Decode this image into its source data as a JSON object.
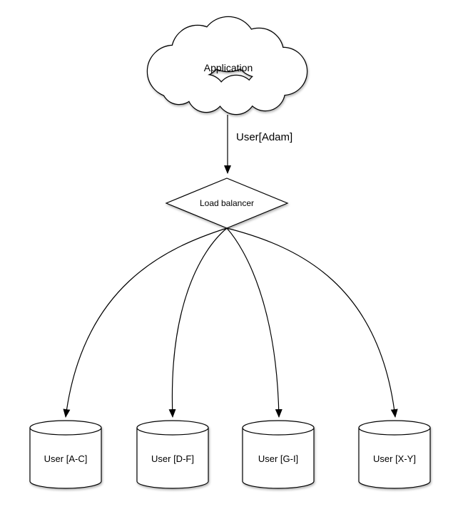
{
  "colors": {
    "line": "#000000",
    "shape_fill": "#ffffff",
    "background": "#ffffff"
  },
  "nodes": {
    "application": "Application",
    "load_balancer": "Load balancer"
  },
  "edge_label": "User[Adam]",
  "shards": [
    {
      "label": "User [A-C]"
    },
    {
      "label": "User [D-F]"
    },
    {
      "label": "User [G-I]"
    },
    {
      "label": "User [X-Y]"
    }
  ]
}
